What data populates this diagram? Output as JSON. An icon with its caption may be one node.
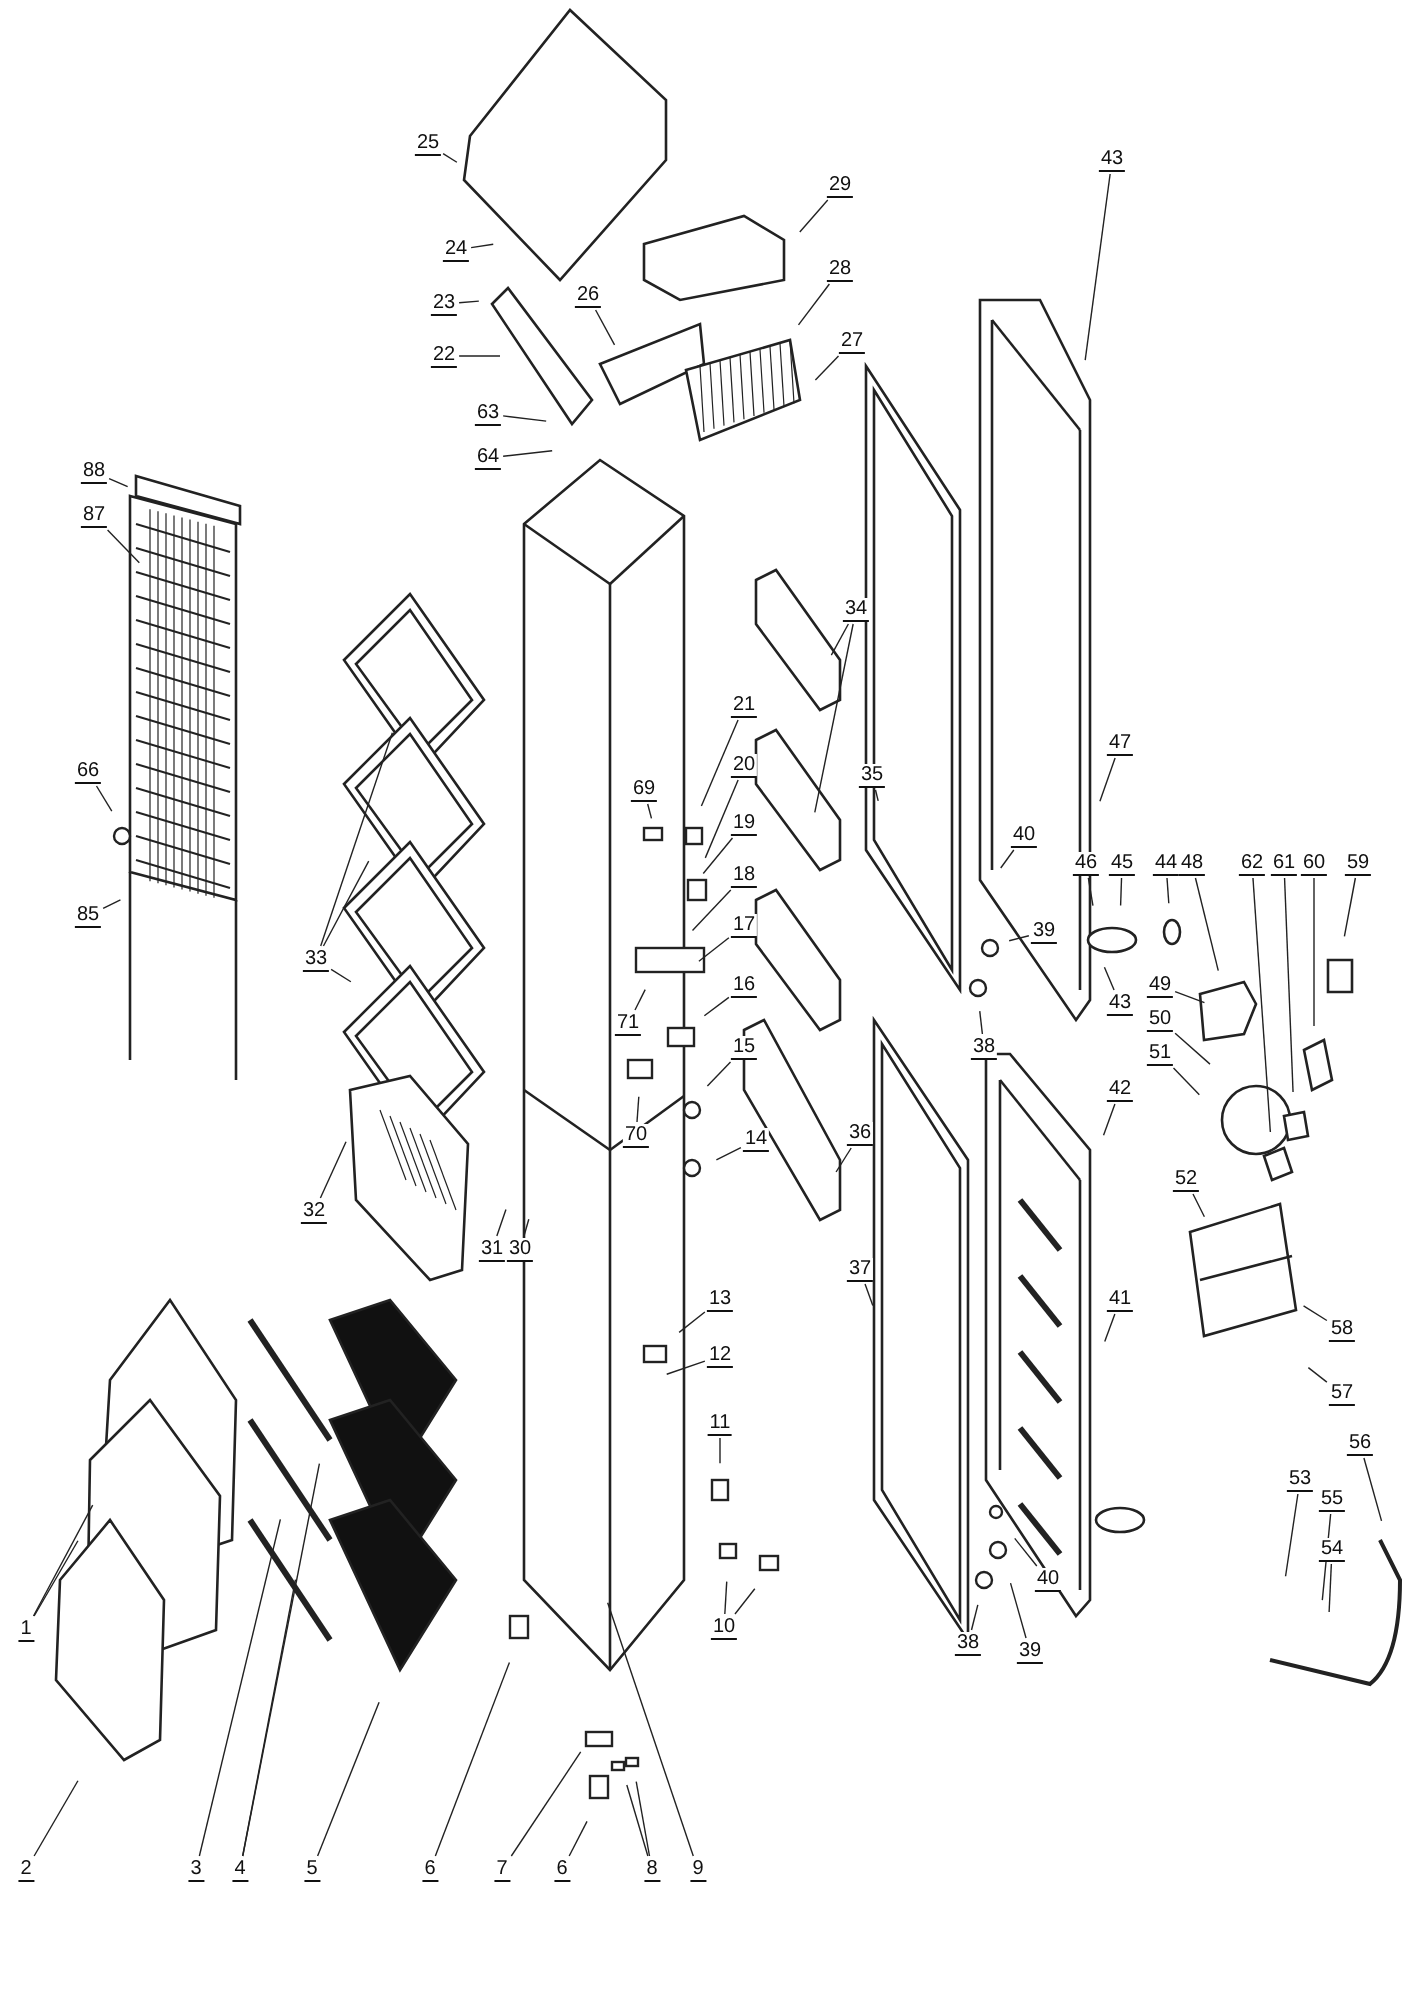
{
  "diagram": {
    "nodes": [
      {
        "text": [
          "25"
        ]
      },
      {
        "text": [
          "29"
        ]
      },
      {
        "text": [
          "43"
        ]
      },
      {
        "text": [
          "24"
        ]
      },
      {
        "text": [
          "28"
        ]
      },
      {
        "text": [
          "23"
        ]
      },
      {
        "text": [
          "26"
        ]
      },
      {
        "text": [
          "27"
        ]
      },
      {
        "text": [
          "22"
        ]
      },
      {
        "text": [
          "63"
        ]
      },
      {
        "text": [
          "64"
        ]
      },
      {
        "text": [
          "88"
        ]
      },
      {
        "text": [
          "87"
        ]
      },
      {
        "text": [
          "34"
        ]
      },
      {
        "text": [
          "21"
        ]
      },
      {
        "text": [
          "20"
        ]
      },
      {
        "text": [
          "66"
        ]
      },
      {
        "text": [
          "35"
        ]
      },
      {
        "text": [
          "69"
        ]
      },
      {
        "text": [
          "19"
        ]
      },
      {
        "text": [
          "40"
        ]
      },
      {
        "text": [
          "47"
        ]
      },
      {
        "text": [
          "46"
        ]
      },
      {
        "text": [
          "45"
        ]
      },
      {
        "text": [
          "44"
        ]
      },
      {
        "text": [
          "48"
        ]
      },
      {
        "text": [
          "62"
        ]
      },
      {
        "text": [
          "61"
        ]
      },
      {
        "text": [
          "60"
        ]
      },
      {
        "text": [
          "59"
        ]
      },
      {
        "text": [
          "18"
        ]
      },
      {
        "text": [
          "85"
        ]
      },
      {
        "text": [
          "17"
        ]
      },
      {
        "text": [
          "33"
        ]
      },
      {
        "text": [
          "39"
        ]
      },
      {
        "text": [
          "71"
        ]
      },
      {
        "text": [
          "16"
        ]
      },
      {
        "text": [
          "43"
        ]
      },
      {
        "text": [
          "49"
        ]
      },
      {
        "text": [
          "38"
        ]
      },
      {
        "text": [
          "50"
        ]
      },
      {
        "text": [
          "15"
        ]
      },
      {
        "text": [
          "51"
        ]
      },
      {
        "text": [
          "42"
        ]
      },
      {
        "text": [
          "70"
        ]
      },
      {
        "text": [
          "36"
        ]
      },
      {
        "text": [
          "14"
        ]
      },
      {
        "text": [
          "52"
        ]
      },
      {
        "text": [
          "32"
        ]
      },
      {
        "text": [
          "31"
        ]
      },
      {
        "text": [
          "30"
        ]
      },
      {
        "text": [
          "37"
        ]
      },
      {
        "text": [
          "13"
        ]
      },
      {
        "text": [
          "41"
        ]
      },
      {
        "text": [
          "58"
        ]
      },
      {
        "text": [
          "12"
        ]
      },
      {
        "text": [
          "57"
        ]
      },
      {
        "text": [
          "11"
        ]
      },
      {
        "text": [
          "56"
        ]
      },
      {
        "text": [
          "53"
        ]
      },
      {
        "text": [
          "55"
        ]
      },
      {
        "text": [
          "54"
        ]
      },
      {
        "text": [
          "10"
        ]
      },
      {
        "text": [
          "40"
        ]
      },
      {
        "text": [
          "1"
        ]
      },
      {
        "text": [
          "38"
        ]
      },
      {
        "text": [
          "39"
        ]
      },
      {
        "text": [
          "2"
        ]
      },
      {
        "text": [
          "3"
        ]
      },
      {
        "text": [
          "4"
        ]
      },
      {
        "text": [
          "5"
        ]
      },
      {
        "text": [
          "6"
        ]
      },
      {
        "text": [
          "7"
        ]
      },
      {
        "text": [
          "6"
        ]
      },
      {
        "text": [
          "8"
        ]
      },
      {
        "text": [
          "9"
        ]
      }
    ],
    "edges": [
      {
        "from": 0,
        "to": null,
        "arrow": "none"
      },
      {
        "from": 1,
        "to": null,
        "arrow": "none"
      },
      {
        "from": 2,
        "to": null,
        "arrow": "none"
      },
      {
        "from": 3,
        "to": null,
        "arrow": "none"
      },
      {
        "from": 4,
        "to": null,
        "arrow": "none"
      },
      {
        "from": 5,
        "to": null,
        "arrow": "none"
      },
      {
        "from": 6,
        "to": null,
        "arrow": "none"
      },
      {
        "from": 7,
        "to": null,
        "arrow": "none"
      },
      {
        "from": 8,
        "to": null,
        "arrow": "none"
      },
      {
        "from": 9,
        "to": null,
        "arrow": "none"
      },
      {
        "from": 10,
        "to": null,
        "arrow": "none"
      },
      {
        "from": 11,
        "to": null,
        "arrow": "none"
      },
      {
        "from": 12,
        "to": null,
        "arrow": "none"
      },
      {
        "from": 13,
        "to": null,
        "arrow": "none"
      },
      {
        "from": 13,
        "to": null,
        "arrow": "none"
      },
      {
        "from": 14,
        "to": null,
        "arrow": "none"
      },
      {
        "from": 15,
        "to": null,
        "arrow": "none"
      },
      {
        "from": 16,
        "to": null,
        "arrow": "none"
      },
      {
        "from": 17,
        "to": null,
        "arrow": "none"
      },
      {
        "from": 18,
        "to": null,
        "arrow": "none"
      },
      {
        "from": 19,
        "to": null,
        "arrow": "none"
      },
      {
        "from": 20,
        "to": null,
        "arrow": "none"
      },
      {
        "from": 21,
        "to": null,
        "arrow": "none"
      },
      {
        "from": 22,
        "to": null,
        "arrow": "none"
      },
      {
        "from": 23,
        "to": null,
        "arrow": "none"
      },
      {
        "from": 24,
        "to": null,
        "arrow": "none"
      },
      {
        "from": 25,
        "to": null,
        "arrow": "none"
      },
      {
        "from": 26,
        "to": null,
        "arrow": "none"
      },
      {
        "from": 27,
        "to": null,
        "arrow": "none"
      },
      {
        "from": 28,
        "to": null,
        "arrow": "none"
      },
      {
        "from": 29,
        "to": null,
        "arrow": "none"
      },
      {
        "from": 30,
        "to": null,
        "arrow": "none"
      },
      {
        "from": 31,
        "to": null,
        "arrow": "none"
      },
      {
        "from": 32,
        "to": null,
        "arrow": "none"
      },
      {
        "from": 33,
        "to": null,
        "arrow": "none"
      },
      {
        "from": 33,
        "to": null,
        "arrow": "none"
      },
      {
        "from": 33,
        "to": null,
        "arrow": "none"
      },
      {
        "from": 34,
        "to": null,
        "arrow": "none"
      },
      {
        "from": 35,
        "to": null,
        "arrow": "none"
      },
      {
        "from": 36,
        "to": null,
        "arrow": "none"
      },
      {
        "from": 37,
        "to": null,
        "arrow": "none"
      },
      {
        "from": 38,
        "to": null,
        "arrow": "none"
      },
      {
        "from": 39,
        "to": null,
        "arrow": "none"
      },
      {
        "from": 40,
        "to": null,
        "arrow": "none"
      },
      {
        "from": 41,
        "to": null,
        "arrow": "none"
      },
      {
        "from": 42,
        "to": null,
        "arrow": "none"
      },
      {
        "from": 43,
        "to": null,
        "arrow": "none"
      },
      {
        "from": 44,
        "to": null,
        "arrow": "none"
      },
      {
        "from": 45,
        "to": null,
        "arrow": "none"
      },
      {
        "from": 46,
        "to": null,
        "arrow": "none"
      },
      {
        "from": 47,
        "to": null,
        "arrow": "none"
      },
      {
        "from": 48,
        "to": null,
        "arrow": "none"
      },
      {
        "from": 49,
        "to": null,
        "arrow": "none"
      },
      {
        "from": 50,
        "to": null,
        "arrow": "none"
      },
      {
        "from": 51,
        "to": null,
        "arrow": "none"
      },
      {
        "from": 52,
        "to": null,
        "arrow": "none"
      },
      {
        "from": 53,
        "to": null,
        "arrow": "none"
      },
      {
        "from": 54,
        "to": null,
        "arrow": "none"
      },
      {
        "from": 55,
        "to": null,
        "arrow": "none"
      },
      {
        "from": 56,
        "to": null,
        "arrow": "none"
      },
      {
        "from": 57,
        "to": null,
        "arrow": "none"
      },
      {
        "from": 58,
        "to": null,
        "arrow": "none"
      },
      {
        "from": 59,
        "to": null,
        "arrow": "none"
      },
      {
        "from": 60,
        "to": null,
        "arrow": "none"
      },
      {
        "from": 61,
        "to": null,
        "arrow": "none"
      },
      {
        "from": 62,
        "to": null,
        "arrow": "none"
      },
      {
        "from": 62,
        "to": null,
        "arrow": "none"
      },
      {
        "from": 63,
        "to": null,
        "arrow": "none"
      },
      {
        "from": 64,
        "to": null,
        "arrow": "none"
      },
      {
        "from": 64,
        "to": null,
        "arrow": "none"
      },
      {
        "from": 65,
        "to": null,
        "arrow": "none"
      },
      {
        "from": 66,
        "to": null,
        "arrow": "none"
      },
      {
        "from": 67,
        "to": null,
        "arrow": "none"
      },
      {
        "from": 68,
        "to": null,
        "arrow": "none"
      },
      {
        "from": 69,
        "to": null,
        "arrow": "none"
      },
      {
        "from": 69,
        "to": null,
        "arrow": "none"
      },
      {
        "from": 70,
        "to": null,
        "arrow": "none"
      },
      {
        "from": 71,
        "to": null,
        "arrow": "none"
      },
      {
        "from": 72,
        "to": null,
        "arrow": "none"
      },
      {
        "from": 73,
        "to": null,
        "arrow": "none"
      },
      {
        "from": 74,
        "to": null,
        "arrow": "none"
      },
      {
        "from": 74,
        "to": null,
        "arrow": "none"
      },
      {
        "from": 75,
        "to": null,
        "arrow": "none"
      }
    ]
  }
}
